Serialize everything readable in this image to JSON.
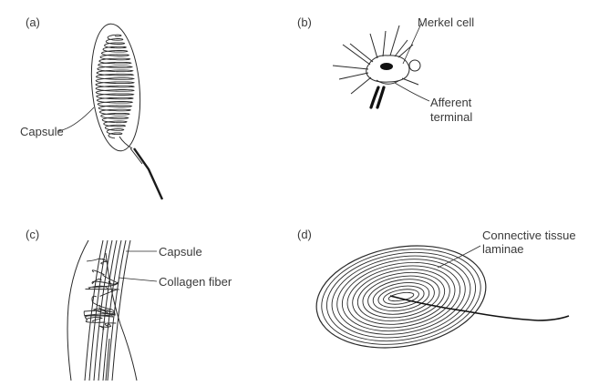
{
  "panels": {
    "a": {
      "tag": "(a)",
      "labels": {
        "capsule": "Capsule"
      }
    },
    "b": {
      "tag": "(b)",
      "labels": {
        "merkel_cell": "Merkel cell",
        "afferent_terminal": [
          "Afferent",
          "terminal"
        ]
      }
    },
    "c": {
      "tag": "(c)",
      "labels": {
        "capsule": "Capsule",
        "collagen_fiber": "Collagen fiber"
      }
    },
    "d": {
      "tag": "(d)",
      "labels": {
        "connective_tissue_laminae": [
          "Connective tissue",
          "laminae"
        ]
      }
    }
  },
  "colors": {
    "ink": "#2a2a2a",
    "text": "#3a3a3a",
    "background": "#ffffff"
  }
}
